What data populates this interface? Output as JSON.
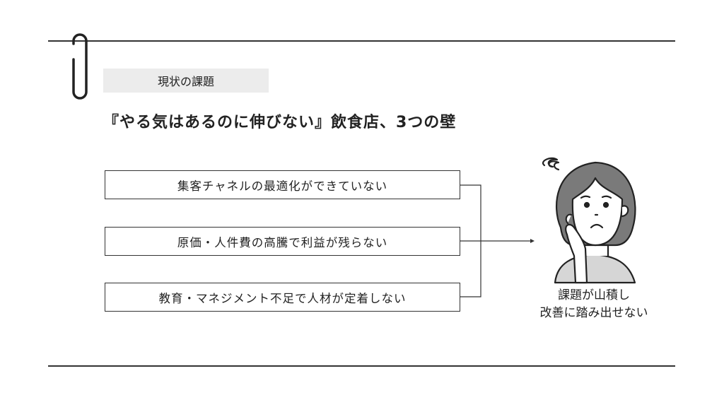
{
  "section_label": "現状の課題",
  "title": "『やる気はあるのに伸びない』飲食店、3つの壁",
  "problems": [
    "集客チャネルの最適化ができていない",
    "原価・人件費の高騰で利益が残らない",
    "教育・マネジメント不足で人材が定着しない"
  ],
  "result_caption": [
    "課題が山積し",
    "改善に踏み出せない"
  ],
  "colors": {
    "line": "#333333",
    "tag_bg": "#ececec",
    "hair": "#7a7a7a",
    "shirt": "#d6d6d6"
  }
}
